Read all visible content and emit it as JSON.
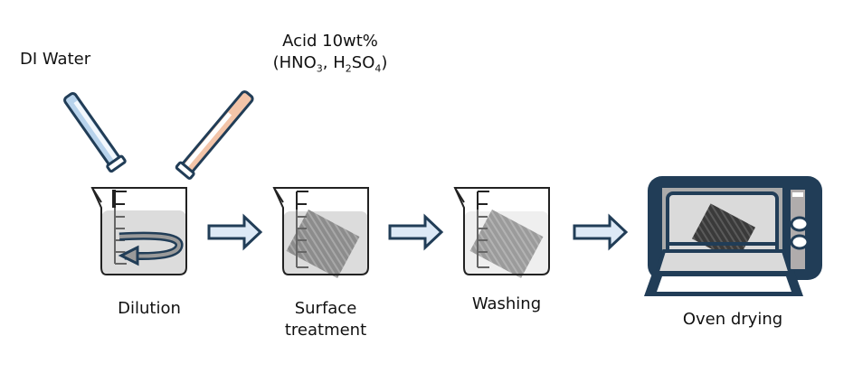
{
  "labels": {
    "di_water": "DI Water",
    "acid_line1": "Acid 10wt%",
    "acid_line2_parts": {
      "open": "(HNO",
      "s1": "3",
      "mid": ", H",
      "s2": "2",
      "mid2": "SO",
      "s3": "4",
      "close": ")"
    }
  },
  "steps": [
    {
      "name": "Dilution"
    },
    {
      "name_line1": "Surface",
      "name_line2": "treatment"
    },
    {
      "name": "Washing"
    },
    {
      "name": "Oven drying"
    }
  ],
  "colors": {
    "navy": "#213d57",
    "water_tube": "#b8d3ec",
    "acid_tube": "#f3c4a8",
    "arrow_fill": "#dde9f6",
    "liquid": "#dcdcdc",
    "liquid_wash": "#eeeeee",
    "sample": "#8c8c8c",
    "sample_dark": "#3c3c3c"
  }
}
